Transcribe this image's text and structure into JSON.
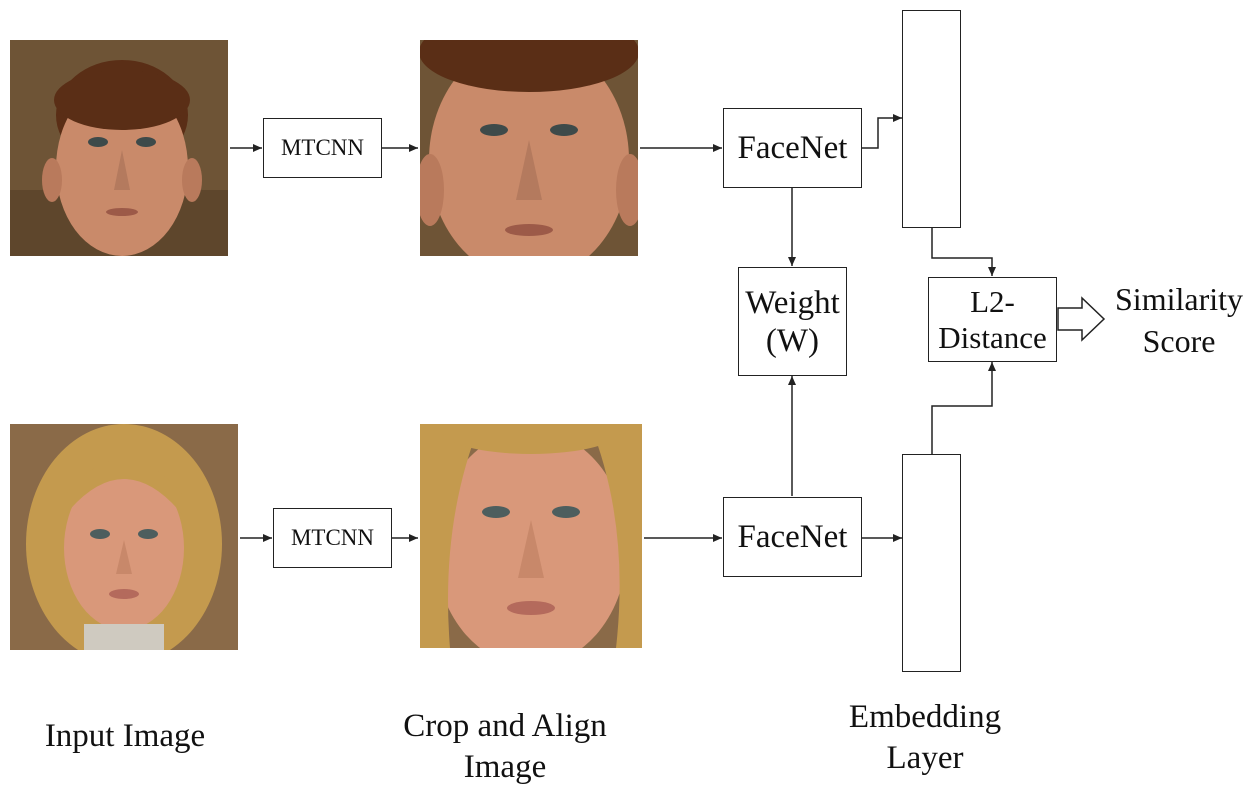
{
  "nodes": {
    "mtcnn_top": "MTCNN",
    "mtcnn_bottom": "MTCNN",
    "facenet_top": "FaceNet",
    "facenet_bottom": "FaceNet",
    "weight_line1": "Weight",
    "weight_line2": "(W)",
    "l2_line1": "L2-",
    "l2_line2": "Distance",
    "similarity_line1": "Similarity",
    "similarity_line2": "Score"
  },
  "captions": {
    "input_image": "Input Image",
    "crop_line1": "Crop and Align",
    "crop_line2": "Image",
    "embedding_line1": "Embedding",
    "embedding_line2": "Layer"
  },
  "colors": {
    "male_bg": "#6e5436",
    "female_bg": "#8a6a48",
    "male_skin": "#c98a6a",
    "female_skin": "#d9987a",
    "male_hair": "#5a2e16",
    "female_hair": "#c49a4e",
    "stroke": "#222222"
  }
}
